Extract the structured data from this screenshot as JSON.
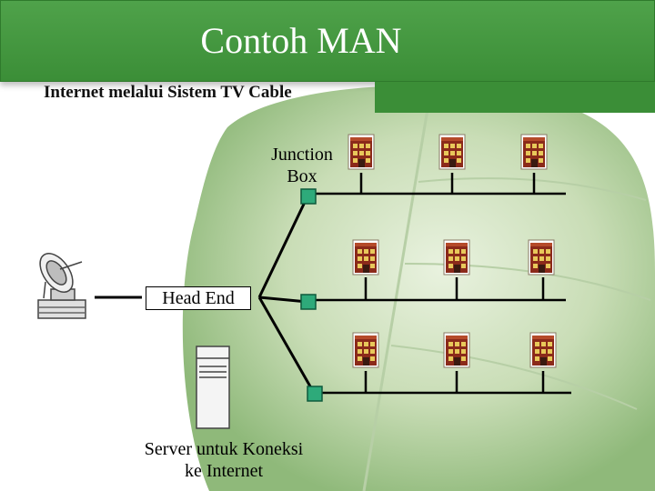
{
  "slide": {
    "title": "Contoh MAN",
    "subtitle": "Internet melalui Sistem TV Cable"
  },
  "diagram": {
    "junction_label": "Junction\nBox",
    "head_end_label": "Head End",
    "server_label": "Server untuk Koneksi\nke Internet"
  },
  "colors": {
    "title_green": "#3b8e37",
    "junction_box": "#2eaa7a",
    "building": "#8b2a1a"
  },
  "icons": [
    "satellite-dish-icon",
    "server-tower-icon",
    "building-icon",
    "junction-box-icon"
  ]
}
